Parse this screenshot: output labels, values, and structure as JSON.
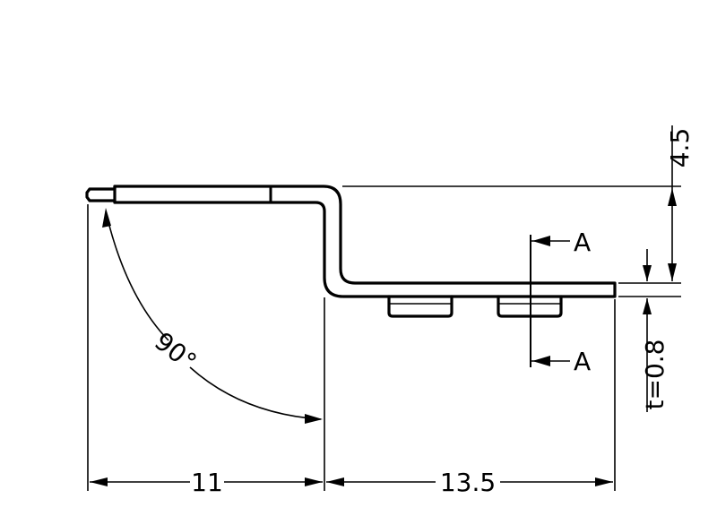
{
  "drawing": {
    "dim_bottom_left": "11",
    "dim_bottom_right": "13.5",
    "dim_height": "4.5",
    "dim_thickness": "t=0.8",
    "angle": "90°",
    "section_top": "A",
    "section_bottom": "A"
  },
  "colors": {
    "line": "#000000",
    "background": "#ffffff"
  }
}
